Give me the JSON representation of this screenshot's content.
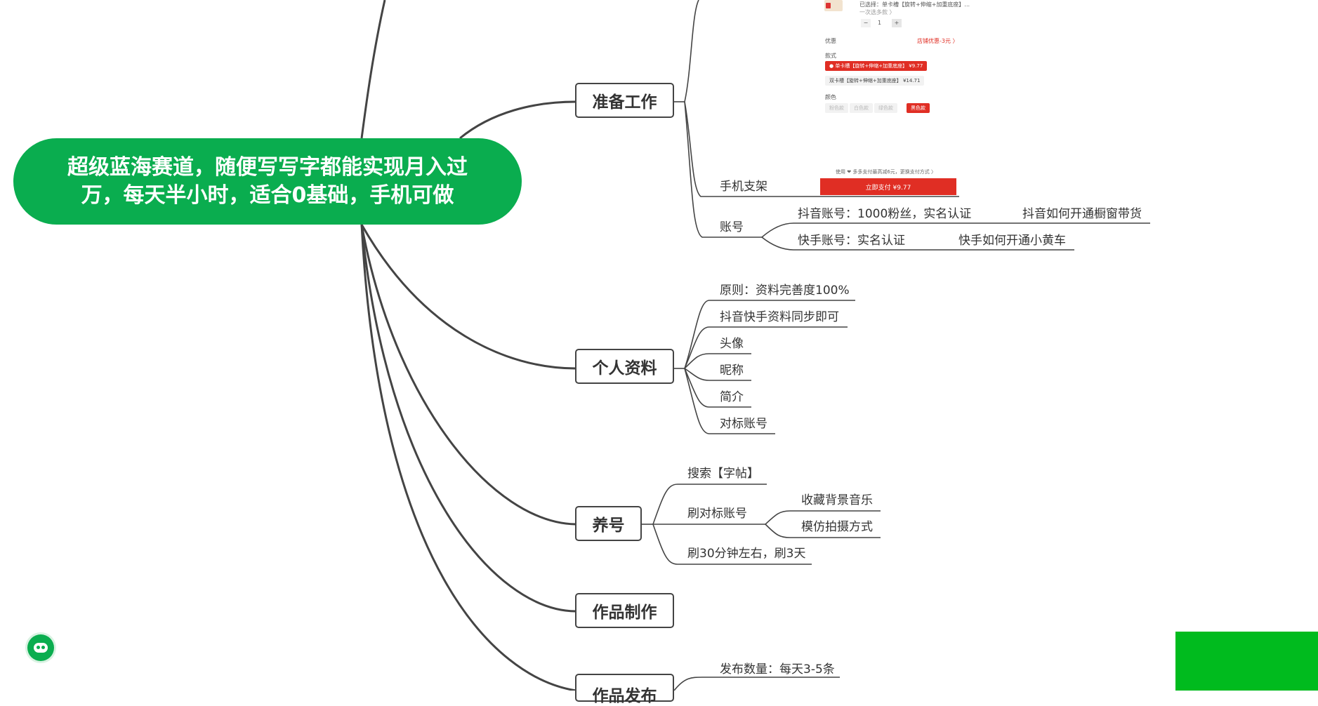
{
  "root": {
    "line1": "超级蓝海赛道，随便写写字都能实现月入过",
    "line2": "万，每天半小时，适合0基础，手机可做"
  },
  "branches": {
    "prep": "准备工作",
    "profile": "个人资料",
    "nurture": "养号",
    "production": "作品制作",
    "publish": "作品发布"
  },
  "prep_children": {
    "phone_stand": "手机支架",
    "account": "账号",
    "douyin_account": "抖音账号：1000粉丝，实名认证",
    "douyin_link": "抖音如何开通橱窗带货",
    "kuaishou_account": "快手账号：实名认证",
    "kuaishou_link": "快手如何开通小黄车"
  },
  "profile_children": [
    "原则：资料完善度100%",
    "抖音快手资料同步即可",
    "头像",
    "昵称",
    "简介",
    "对标账号"
  ],
  "nurture_children": {
    "search": "搜索【字帖】",
    "browse": "刷对标账号",
    "music": "收藏背景音乐",
    "imitate": "模仿拍摄方式",
    "duration": "刷30分钟左右，刷3天"
  },
  "publish_children": {
    "count": "发布数量：每天3-5条"
  },
  "product_card": {
    "selected": "已选择：单卡槽【旋转+伸缩+加重底座】...",
    "quantity_hint": "一次选多款 〉",
    "minus": "−",
    "quantity": "1",
    "plus": "+",
    "discount_label": "优惠",
    "discount_value": "店铺优惠-3元 〉",
    "style_label": "款式",
    "style_option_1": "● 单卡槽【旋转+伸缩+加重底座】 ¥9.77",
    "style_option_2": "双卡槽【旋转+伸缩+加重底座】 ¥14.71",
    "color_label": "颜色",
    "color_options": [
      "粉色款",
      "白色款",
      "绿色款",
      "黑色款"
    ],
    "pay_hint": "使用 ❤ 多多支付最高减6元，更换支付方式 〉",
    "pay_button": "立即支付 ¥9.77"
  },
  "colors": {
    "root": "#0aad4f",
    "pay": "#e02e24",
    "corner_block": "#00bb1e"
  },
  "icons": {
    "assistant": "robot-icon"
  }
}
